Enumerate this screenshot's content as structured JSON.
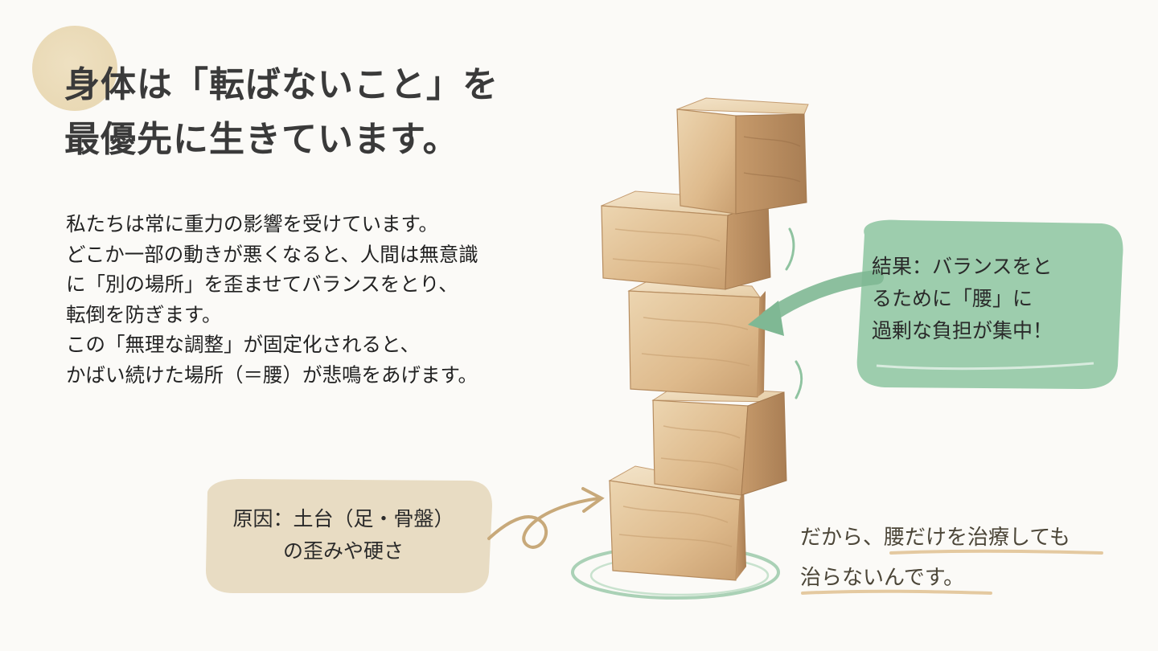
{
  "title": {
    "line1": "身体は「転ばないこと」を",
    "line2": "最優先に生きています。"
  },
  "body": {
    "line1": "私たちは常に重力の影響を受けています。",
    "line2": "どこか一部の動きが悪くなると、人間は無意識",
    "line3": "に「別の場所」を歪ませてバランスをとり、",
    "line4": "転倒を防ぎます。",
    "line5": "この「無理な調整」が固定化されると、",
    "line6": "かばい続けた場所（＝腰）が悲鳴をあげます。"
  },
  "result_bubble": {
    "line1": "結果：バランスをと",
    "line2": "るために「腰」に",
    "line3": "過剰な負担が集中！"
  },
  "cause_bubble": {
    "line1": "原因：土台（足・骨盤）",
    "line2": "の歪みや硬さ"
  },
  "conclusion": {
    "line1": "だから、腰だけを治療しても",
    "line2": "治らないんです。"
  },
  "colors": {
    "accent_green": "#7fb894",
    "accent_beige": "#e8dcc2",
    "wood_light": "#e9d2ad",
    "wood_dark": "#b98d62"
  }
}
